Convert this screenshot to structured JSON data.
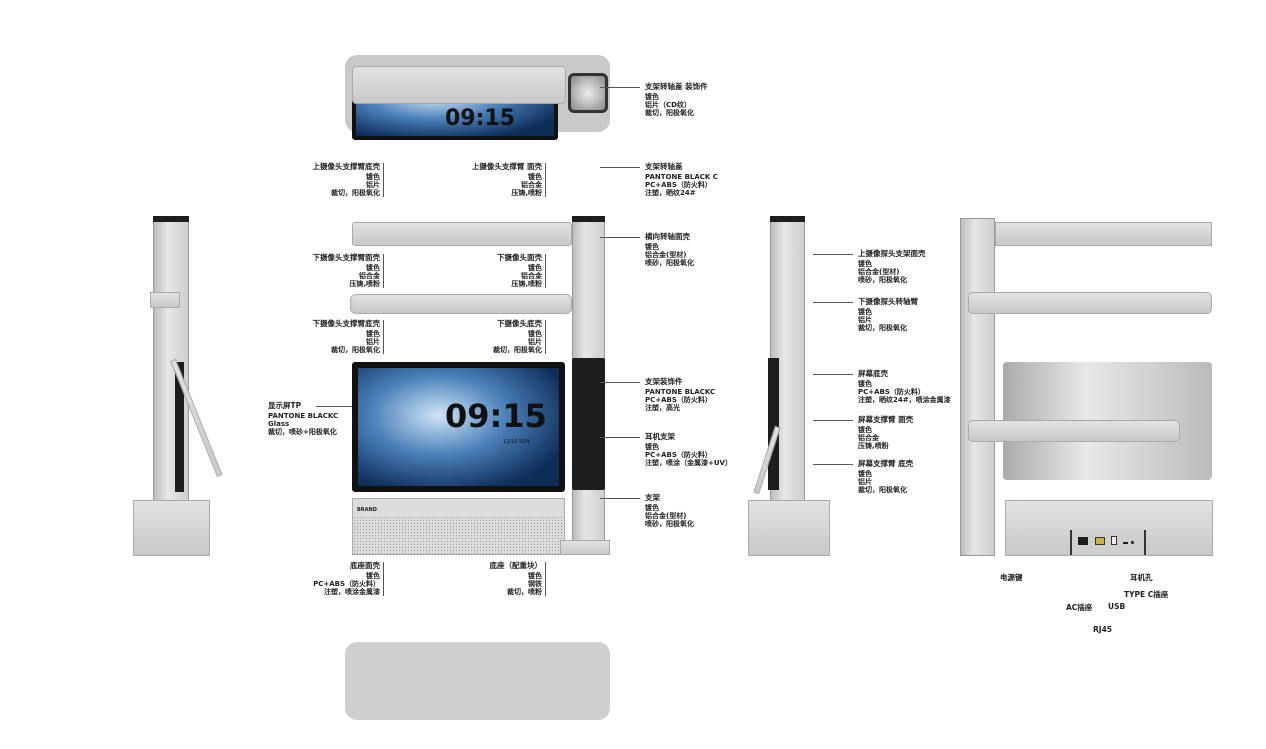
{
  "screen": {
    "time": "09:15",
    "date": "12/10  SUN",
    "brand": "BRAND"
  },
  "annotations": [
    {
      "title": "支架转轴盖  装饰件",
      "lines": [
        "镀色",
        "铝片（CD纹）",
        "裁切，阳极氧化"
      ]
    },
    {
      "title": "上摄像头支撑臂底壳",
      "lines": [
        "镀色",
        "铝片",
        "裁切，阳极氧化"
      ]
    },
    {
      "title": "上摄像头支撑臂 面壳",
      "lines": [
        "镀色",
        "铝合金",
        "压铸,喷粉"
      ]
    },
    {
      "title": "支架转轴盖",
      "lines": [
        "PANTONE BLACK C",
        "PC+ABS（防火料）",
        "注塑，晒纹24#"
      ]
    },
    {
      "title": "横向转轴面壳",
      "lines": [
        "镀色",
        "铝合金(型材)",
        "喷砂，阳极氧化"
      ]
    },
    {
      "title": "下摄像头支撑臂面壳",
      "lines": [
        "镀色",
        "铝合金",
        "压铸,喷粉"
      ]
    },
    {
      "title": "下摄像头面壳",
      "lines": [
        "镀色",
        "铝合金",
        "压铸,喷粉"
      ]
    },
    {
      "title": "下摄像头支撑臂底壳",
      "lines": [
        "镀色",
        "铝片",
        "裁切，阳极氧化"
      ]
    },
    {
      "title": "下摄像头底壳",
      "lines": [
        "镀色",
        "铝片",
        "裁切，阳极氧化"
      ]
    },
    {
      "title": "显示屏TP",
      "lines": [
        "PANTONE BLACKC",
        "Glass",
        "裁切，喷砂+阳极氧化"
      ]
    },
    {
      "title": "支架装饰件",
      "lines": [
        "PANTONE BLACKC",
        "PC+ABS（防火料）",
        "注塑，高光"
      ]
    },
    {
      "title": "耳机支架",
      "lines": [
        "镀色",
        "PC+ABS（防火料）",
        "注塑，喷涂（金属漆+UV）"
      ]
    },
    {
      "title": "支架",
      "lines": [
        "镀色",
        "铝合金(型材)",
        "喷砂，阳极氧化"
      ]
    },
    {
      "title": "底座面壳",
      "lines": [
        "镀色",
        "PC+ABS（防火料）",
        "注塑，喷涂金属漆"
      ]
    },
    {
      "title": "底座（配重块）",
      "lines": [
        "镀色",
        "钢铁",
        "裁切，喷粉"
      ]
    },
    {
      "title": "上摄像探头支架面壳",
      "lines": [
        "镀色",
        "铝合金(型材)",
        "喷砂，阳极氧化"
      ]
    },
    {
      "title": "下摄像探头转轴臂",
      "lines": [
        "镀色",
        "铝片",
        "裁切，阳极氧化"
      ]
    },
    {
      "title": "屏幕底壳",
      "lines": [
        "镀色",
        "PC+ABS（防火料）",
        "注塑，晒纹24#，喷涂金属漆"
      ]
    },
    {
      "title": "屏幕支撑臂 面壳",
      "lines": [
        "镀色",
        "铝合金",
        "压铸,喷粉"
      ]
    },
    {
      "title": "屏幕支撑臂 底壳",
      "lines": [
        "镀色",
        "铝片",
        "裁切，阳极氧化"
      ]
    }
  ],
  "ports": [
    "电源键",
    "AC插座",
    "RJ45",
    "USB",
    "TYPE C插座",
    "耳机孔"
  ]
}
